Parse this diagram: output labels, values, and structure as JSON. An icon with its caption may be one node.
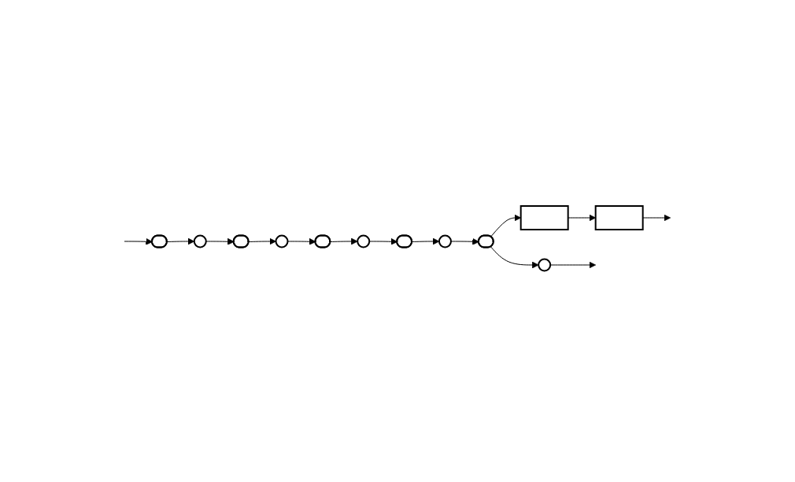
{
  "diagram": {
    "nodes": [
      {
        "text": [],
        "shape": "pill"
      },
      {
        "text": [],
        "shape": "circle"
      },
      {
        "text": [],
        "shape": "pill"
      },
      {
        "text": [],
        "shape": "circle"
      },
      {
        "text": [],
        "shape": "pill"
      },
      {
        "text": [],
        "shape": "circle"
      },
      {
        "text": [],
        "shape": "pill"
      },
      {
        "text": [],
        "shape": "circle"
      },
      {
        "text": [],
        "shape": "pill"
      },
      {
        "text": [],
        "shape": "box"
      },
      {
        "text": [],
        "shape": "box"
      },
      {
        "text": [],
        "shape": "circle"
      }
    ],
    "edges": [
      {
        "from": null,
        "to": 0,
        "arrow": "to"
      },
      {
        "from": 0,
        "to": 1,
        "arrow": "to"
      },
      {
        "from": 1,
        "to": 2,
        "arrow": "to"
      },
      {
        "from": 2,
        "to": 3,
        "arrow": "to"
      },
      {
        "from": 3,
        "to": 4,
        "arrow": "to"
      },
      {
        "from": 4,
        "to": 5,
        "arrow": "to"
      },
      {
        "from": 5,
        "to": 6,
        "arrow": "to"
      },
      {
        "from": 6,
        "to": 7,
        "arrow": "to"
      },
      {
        "from": 7,
        "to": 8,
        "arrow": "to"
      },
      {
        "from": 8,
        "to": 9,
        "arrow": "to"
      },
      {
        "from": 9,
        "to": 10,
        "arrow": "to"
      },
      {
        "from": 8,
        "to": 11,
        "arrow": "to"
      },
      {
        "from": 10,
        "to": null,
        "arrow": "to"
      },
      {
        "from": 11,
        "to": null,
        "arrow": "to"
      }
    ]
  }
}
